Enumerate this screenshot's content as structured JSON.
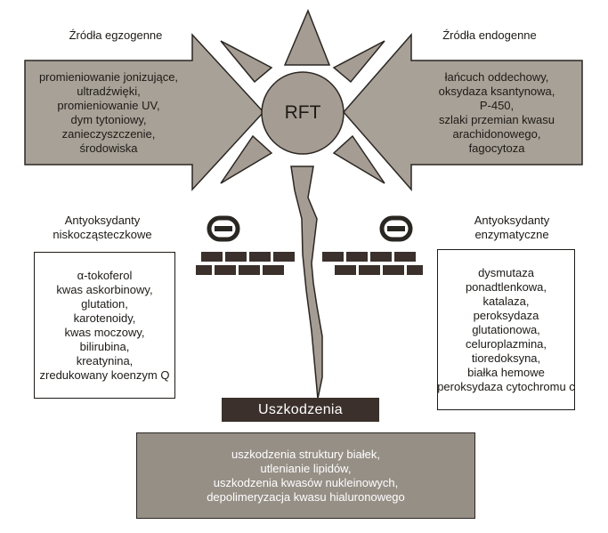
{
  "center": {
    "label": "RFT"
  },
  "exogenous": {
    "heading": "Źródła egzogenne",
    "items": [
      "promieniowanie jonizujące,",
      "ultradźwięki,",
      "promieniowanie UV,",
      "dym tytoniowy,",
      "zanieczyszczenie,",
      "środowiska"
    ]
  },
  "endogenous": {
    "heading": "Źródła endogenne",
    "items": [
      "łańcuch oddechowy,",
      "oksydaza ksantynowa,",
      "P-450,",
      "szlaki przemian kwasu",
      "arachidonowego,",
      "fagocytoza"
    ]
  },
  "low_molecular": {
    "heading_line1": "Antyoksydanty",
    "heading_line2": "niskocząsteczkowe",
    "items": [
      "α-tokoferol",
      "kwas askorbinowy,",
      "glutation,",
      "karotenoidy,",
      "kwas moczowy,",
      "bilirubina,",
      "kreatynina,",
      "zredukowany koenzym Q"
    ]
  },
  "enzymatic": {
    "heading_line1": "Antyoksydanty",
    "heading_line2": "enzymatyczne",
    "items": [
      "dysmutaza",
      "ponadtlenkowa,",
      "katalaza,",
      "peroksydaza",
      "glutationowa,",
      "celuroplazmina,",
      "tioredoksyna,",
      "białka hemowe",
      "peroksydaza cytochromu c"
    ]
  },
  "damage": {
    "label": "Uszkodzenia",
    "items": [
      "uszkodzenia struktury białek,",
      "utlenianie lipidów,",
      "uszkodzenia kwasów nukleinowych,",
      "depolimeryzacja kwasu hialuronowego"
    ]
  },
  "colors": {
    "sun_fill": "#a59d93",
    "sun_stroke": "#2a2622",
    "arrow_fill": "#a8a197",
    "brick": "#3b302b",
    "damage_box": "#968f86",
    "damage_bar": "#3b302b"
  }
}
